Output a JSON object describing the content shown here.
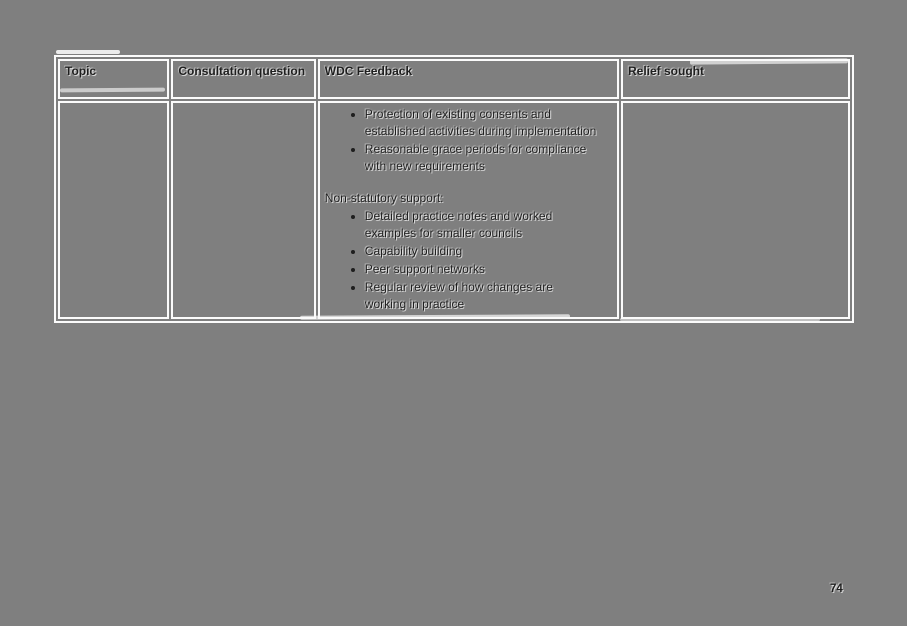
{
  "page": {
    "number": "74"
  },
  "colors": {
    "background": "#7f7f7f",
    "table_border": "#fbfbfb",
    "text": "#1e1e1e"
  },
  "table": {
    "headers": [
      "Topic",
      "Consultation question",
      "WDC Feedback",
      "Relief sought"
    ],
    "body": {
      "topic": "",
      "consultation_question": "",
      "wdc_feedback": {
        "statutory_bullets": [
          "Protection of existing consents and established activities during implementation",
          "Reasonable grace periods for compliance with new requirements"
        ],
        "subheading": "Non-statutory support:",
        "support_bullets": [
          "Detailed practice notes and worked examples for smaller councils",
          "Capability building",
          "Peer support networks",
          "Regular review of how changes are working in practice"
        ]
      },
      "relief_sought": ""
    }
  }
}
